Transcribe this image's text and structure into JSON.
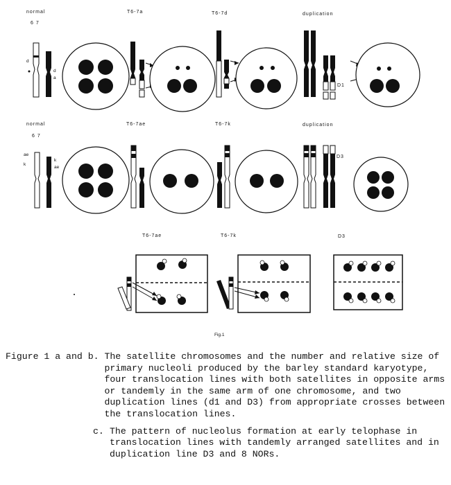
{
  "panel_a": {
    "label_normal": "normal",
    "chrom_numbers": "6    7",
    "label_t1": "T6-7a",
    "label_t2": "T6-7d",
    "label_dup": "duplication",
    "arm_d": "d",
    "arm_a": "a",
    "dup_name": "D1"
  },
  "panel_b": {
    "label_normal": "normal",
    "chrom_numbers": "6    7",
    "label_t1": "T6-7ae",
    "label_t2": "T6-7k",
    "label_dup": "duplication",
    "arm_ae": "ae",
    "arm_k": "k",
    "dup_name": "D3"
  },
  "panel_c": {
    "label_t1": "T6-7ae",
    "label_t2": "T6-7k",
    "label_d3": "D3"
  },
  "fig_label": "Fig.1",
  "caption": {
    "a_key": "Figure 1 a and b. ",
    "a_text": "The satellite chromosomes and the number and relative size of primary nucleoli produced by the barley standard karyotype, four translocation lines with both satellites in opposite arms or tandemly in the same arm of one chromosome, and two duplication lines (d1 and D3) from appropriate crosses between the translocation lines.",
    "c_key": "c.",
    "c_text": "The pattern of nucleolus formation at early telophase in translocation lines with tandemly arranged satellites and in duplication line D3 and 8 NORs."
  },
  "colors": {
    "ink": "#111111",
    "paper": "#ffffff"
  }
}
